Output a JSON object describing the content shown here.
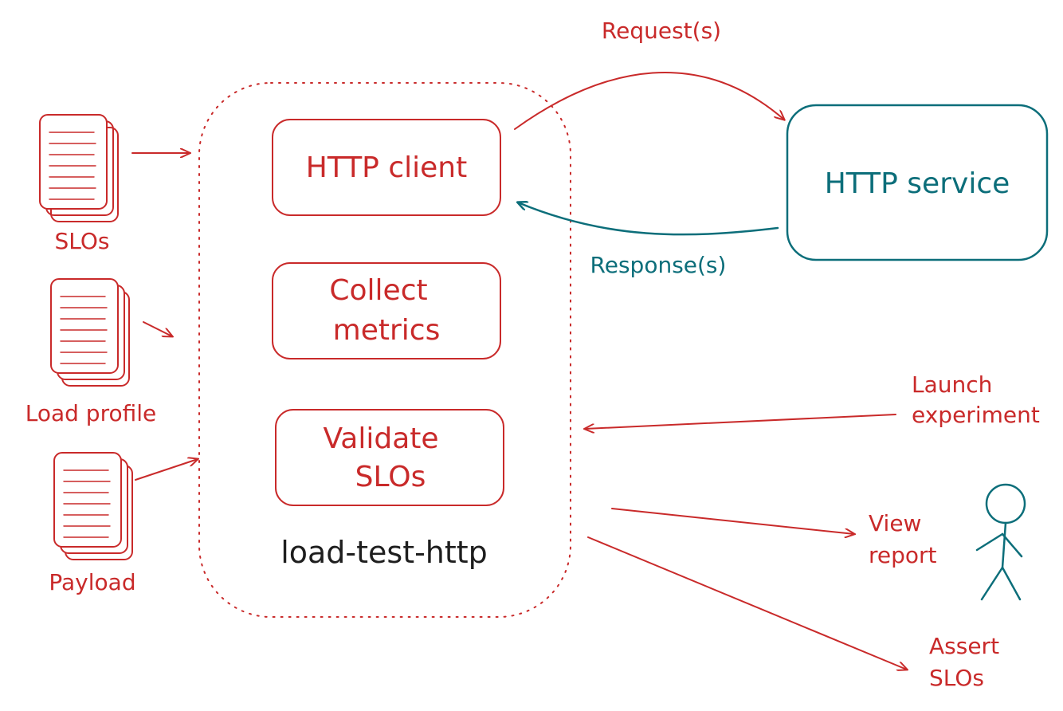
{
  "inputs": {
    "slos": "SLOs",
    "load_profile": "Load profile",
    "payload": "Payload"
  },
  "container": {
    "label": "load-test-http",
    "http_client": "HTTP client",
    "collect_metrics": [
      "Collect",
      "metrics"
    ],
    "validate_slos": [
      "Validate",
      "SLOs"
    ]
  },
  "service": {
    "label": "HTTP service"
  },
  "edges": {
    "requests": "Request(s)",
    "responses": "Response(s)"
  },
  "actions": {
    "launch": [
      "Launch",
      "experiment"
    ],
    "view": [
      "View",
      "report"
    ],
    "assert": [
      "Assert",
      "SLOs"
    ]
  },
  "colors": {
    "primary": "#c92a2a",
    "service": "#0c6e7a",
    "label": "#1e1e1e"
  }
}
